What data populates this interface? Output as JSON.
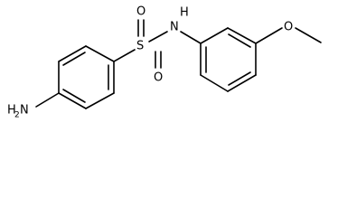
{
  "molecule": {
    "atoms": {
      "amine_n": "N",
      "amine_h": "H",
      "amine_h_count": "2",
      "sulfonyl_s": "S",
      "sulfonyl_o_top": "O",
      "sulfonyl_o_bottom": "O",
      "amide_n": "N",
      "amide_h": "H",
      "ether_o": "O"
    }
  }
}
